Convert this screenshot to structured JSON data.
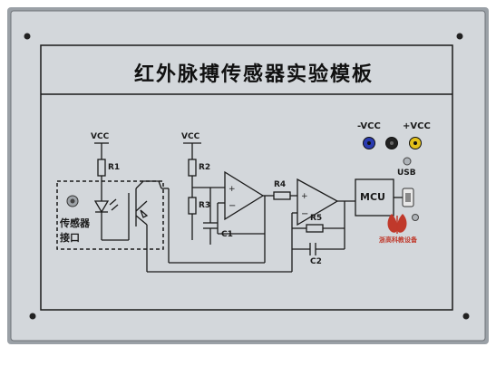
{
  "board": {
    "title": "红外脉搏传感器实验模板",
    "colors": {
      "panel": "#cfd3d7",
      "line": "#1a1a1a",
      "frame": "#7a7e83",
      "brand": "#c0392b"
    }
  },
  "labels": {
    "vcc_1": "VCC",
    "vcc_2": "VCC",
    "r1": "R1",
    "r2": "R2",
    "r3": "R3",
    "r4": "R4",
    "r5": "R5",
    "c1": "C1",
    "c2": "C2",
    "sensor_port_line1": "传感器",
    "sensor_port_line2": "接口",
    "mcu": "MCU",
    "usb": "USB",
    "neg_vcc": "-VCC",
    "pos_vcc": "+VCC",
    "brand": "浙高科教设备"
  },
  "jacks": {
    "neg": "#2a3bb0",
    "gnd": "#222222",
    "pos": "#e3c11a"
  }
}
